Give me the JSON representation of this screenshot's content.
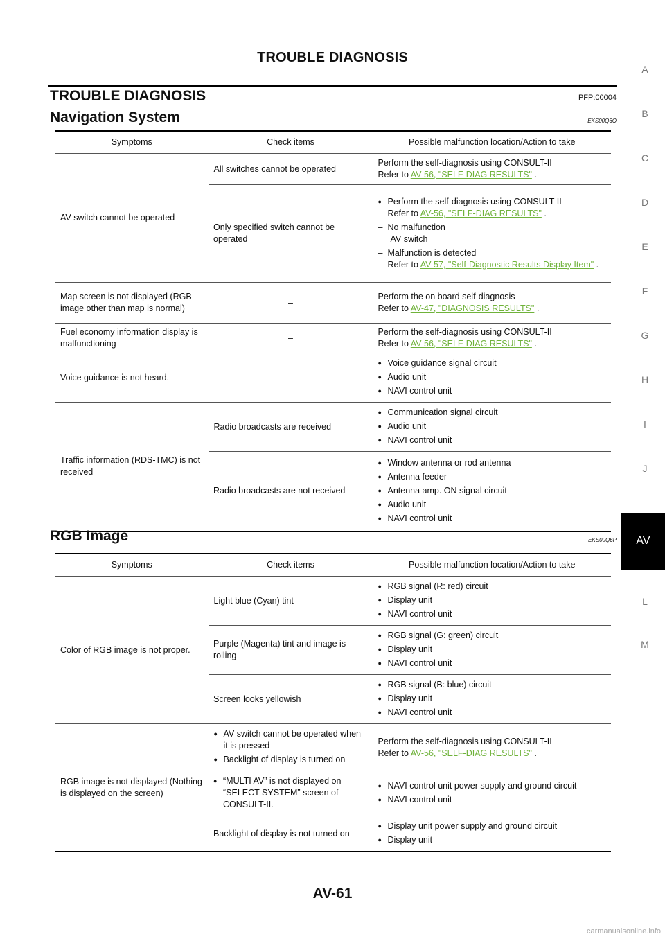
{
  "header": {
    "title": "TROUBLE DIAGNOSIS"
  },
  "main": {
    "title": "TROUBLE DIAGNOSIS",
    "pfp": "PFP:00004"
  },
  "nav_section": {
    "title": "Navigation System",
    "code": "EKS00Q6O"
  },
  "rgb_section": {
    "title": "RGB Image",
    "code": "EKS00Q6P"
  },
  "table_headers": {
    "symptoms": "Symptoms",
    "check": "Check items",
    "action": "Possible malfunction location/Action to take"
  },
  "common": {
    "refer": "Refer to",
    "period": ".",
    "dash": "–",
    "self_diag": "Perform the self-diagnosis using CONSULT-II",
    "navi_unit": "NAVI control unit",
    "audio_unit": "Audio unit",
    "display_unit": "Display unit",
    "link_av56": "AV-56, \"SELF-DIAG RESULTS\""
  },
  "nav": {
    "r1_symptom": "AV switch cannot be operated",
    "r1a_check": "All switches cannot be operated",
    "r1b_check": "Only specified switch cannot be operated",
    "r1b_no_malf": "No malfunction",
    "r1b_av_switch": "AV switch",
    "r1b_malf": "Malfunction is detected",
    "r1b_link": "AV-57, \"Self-Diagnostic Results Display Item\"",
    "r2_symptom": "Map screen is not displayed (RGB image other than map is normal)",
    "r2_action": "Perform the on board self-diagnosis",
    "r2_link": "AV-47, \"DIAGNOSIS RESULTS\"",
    "r3_symptom": "Fuel economy information display is malfunctioning",
    "r4_symptom": "Voice guidance is not heard.",
    "r4_a1": "Voice guidance signal circuit",
    "r5_symptom": "Traffic information (RDS-TMC) is not received",
    "r5a_check": "Radio broadcasts are received",
    "r5a_a1": "Communication signal circuit",
    "r5b_check": "Radio broadcasts are not received",
    "r5b_a1": "Window antenna or rod antenna",
    "r5b_a2": "Antenna feeder",
    "r5b_a3": "Antenna amp. ON signal circuit"
  },
  "rgb": {
    "r1_symptom": "Color of RGB image is not proper.",
    "r1a_check": "Light blue (Cyan) tint",
    "r1a_a1": "RGB signal (R: red) circuit",
    "r1b_check": "Purple (Magenta) tint and image is rolling",
    "r1b_a1": "RGB signal (G: green) circuit",
    "r1c_check": "Screen looks yellowish",
    "r1c_a1": "RGB signal (B: blue) circuit",
    "r2_symptom": "RGB image is not displayed (Nothing is displayed on the screen)",
    "r2a_c1": "AV switch cannot be operated when it is pressed",
    "r2a_c2": "Backlight of display is turned on",
    "r2b_c1": "“MULTI AV” is not displayed on “SELECT SYSTEM” screen of CONSULT-II.",
    "r2b_a1": "NAVI control unit  power supply and ground circuit",
    "r2c_check": "Backlight of display is not turned on",
    "r2c_a1": "Display unit power supply and ground circuit"
  },
  "side_tabs": [
    "A",
    "B",
    "C",
    "D",
    "E",
    "F",
    "G",
    "H",
    "I",
    "J",
    "L",
    "M"
  ],
  "side_active": "AV",
  "page_number": "AV-61",
  "footer_url": "carmanualsonline.info"
}
